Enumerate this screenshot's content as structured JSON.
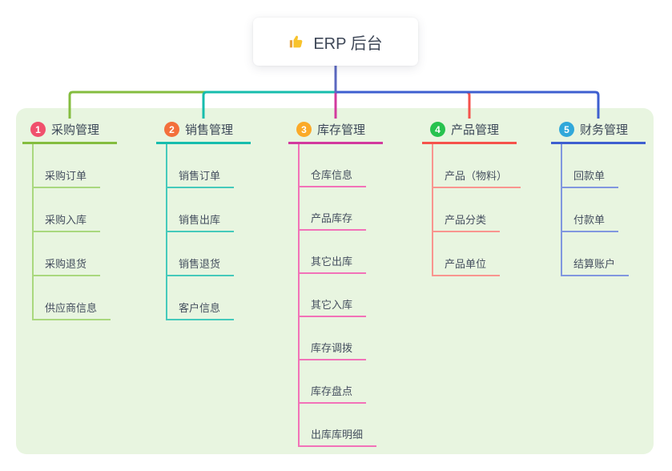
{
  "root": {
    "label": "ERP 后台",
    "icon": "thumbs-up-icon"
  },
  "branches": [
    {
      "index": "1",
      "label": "采购管理",
      "line_color": "#84bd3f",
      "child_line_color": "#a9d87e",
      "badge_color": "#f0506c",
      "children": [
        "采购订单",
        "采购入库",
        "采购退货",
        "供应商信息"
      ]
    },
    {
      "index": "2",
      "label": "销售管理",
      "line_color": "#17bdad",
      "child_line_color": "#45cabb",
      "badge_color": "#f3703c",
      "children": [
        "销售订单",
        "销售出库",
        "销售退货",
        "客户信息"
      ]
    },
    {
      "index": "3",
      "label": "库存管理",
      "line_color": "#d23a9e",
      "child_line_color": "#f272b8",
      "badge_color": "#fbaa28",
      "children": [
        "仓库信息",
        "产品库存",
        "其它出库",
        "其它入库",
        "库存调拨",
        "库存盘点",
        "出库库明细"
      ]
    },
    {
      "index": "4",
      "label": "产品管理",
      "line_color": "#f5524b",
      "child_line_color": "#f9958f",
      "badge_color": "#27c24e",
      "children": [
        "产品（物料）",
        "产品分类",
        "产品单位"
      ]
    },
    {
      "index": "5",
      "label": "财务管理",
      "line_color": "#3e5fd0",
      "child_line_color": "#8197df",
      "badge_color": "#30a8da",
      "children": [
        "回款单",
        "付款单",
        "结算账户"
      ]
    }
  ],
  "colors": {
    "root_stem": "#5b68c0",
    "group_background": "#e8f5e0",
    "root_card_background": "#ffffff",
    "text": "#3c4858"
  }
}
